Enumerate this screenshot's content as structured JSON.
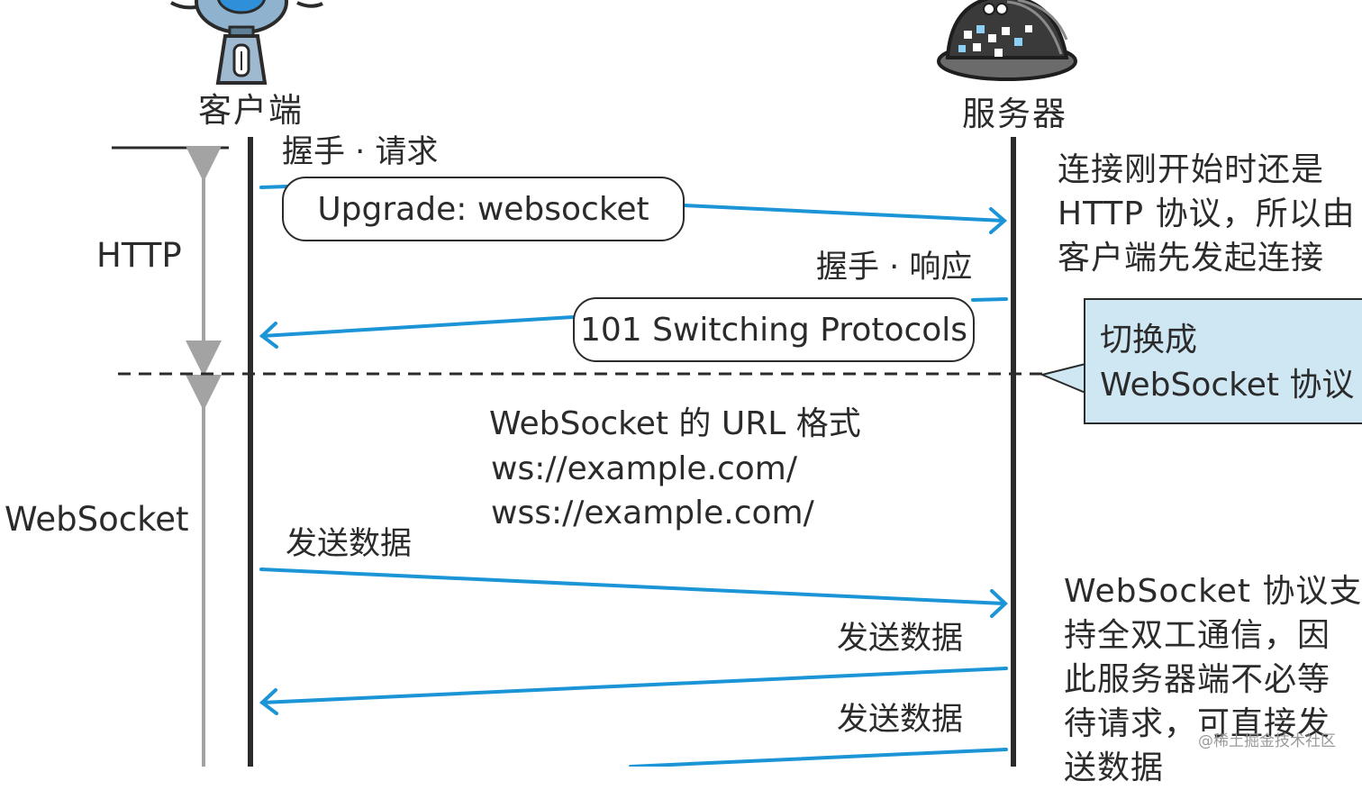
{
  "actors": {
    "client": "客户端",
    "server": "服务器"
  },
  "phases": {
    "http": "HTTP",
    "websocket": "WebSocket"
  },
  "handshake": {
    "request_label": "握手 · 请求",
    "request_header": "Upgrade: websocket",
    "response_label": "握手 · 响应",
    "response_status": "101 Switching Protocols"
  },
  "url_format": {
    "title": "WebSocket 的 URL 格式",
    "ws": "ws://example.com/",
    "wss": "wss://example.com/"
  },
  "messages": {
    "send_1": "发送数据",
    "send_2": "发送数据",
    "send_3": "发送数据"
  },
  "notes": {
    "http_start": [
      "连接刚开始时还是",
      "HTTP 协议，所以由",
      "客户端先发起连接"
    ],
    "switch": [
      "切换成",
      "WebSocket 协议"
    ],
    "full_duplex": [
      "WebSocket 协议支",
      "持全双工通信，因",
      "此服务器端不必等",
      "待请求，可直接发",
      "送数据"
    ]
  },
  "watermark": "@稀土掘金技术社区",
  "colors": {
    "arrow": "#1b95d6",
    "lifeline": "#2b2b2b",
    "phase_arrow": "#a3a3a3",
    "callout_fill": "#cfe6f3"
  },
  "icons": {
    "client": "robot-client-icon",
    "server": "server-dome-icon"
  }
}
